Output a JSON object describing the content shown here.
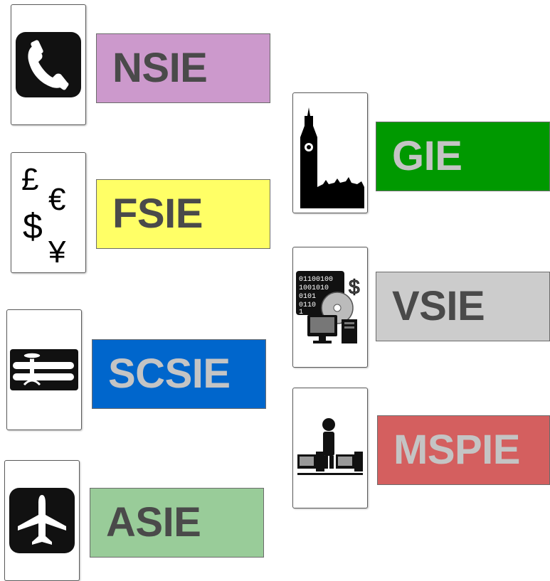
{
  "sectors": [
    {
      "id": "nsie",
      "label": "NSIE",
      "bg": "#cc99cc",
      "text_color": "#4a4a4a",
      "icon": "telephone-icon"
    },
    {
      "id": "fsie",
      "label": "FSIE",
      "bg": "#ffff66",
      "text_color": "#4a4a4a",
      "icon": "currency-icon"
    },
    {
      "id": "scsie",
      "label": "SCSIE",
      "bg": "#0066cc",
      "text_color": "#c4c4c4",
      "icon": "pipeline-icon"
    },
    {
      "id": "asie",
      "label": "ASIE",
      "bg": "#99cc99",
      "text_color": "#4a4a4a",
      "icon": "airplane-icon"
    },
    {
      "id": "gie",
      "label": "GIE",
      "bg": "#009900",
      "text_color": "#c4c4c4",
      "icon": "big-ben-icon"
    },
    {
      "id": "vsie",
      "label": "VSIE",
      "bg": "#cccccc",
      "text_color": "#4a4a4a",
      "icon": "computer-data-icon"
    },
    {
      "id": "mspie",
      "label": "MSPIE",
      "bg": "#d45f5f",
      "text_color": "#c4c4c4",
      "icon": "network-user-icon"
    }
  ],
  "currency_symbols": {
    "pound": "£",
    "euro": "€",
    "dollar": "$",
    "yen": "¥"
  },
  "binary_text": [
    "01100100",
    "1001010",
    "0101",
    "0110",
    "1"
  ],
  "money_symbol": "$"
}
